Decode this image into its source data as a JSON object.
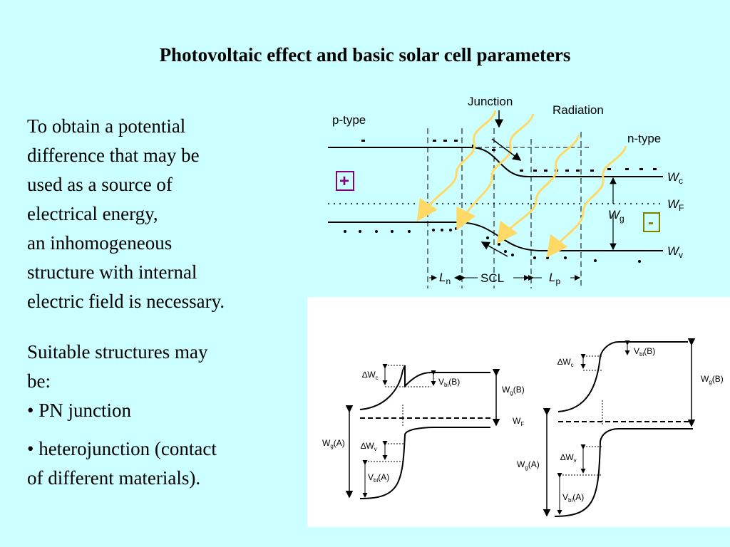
{
  "title": "Photovoltaic effect and basic solar cell parameters",
  "paragraphs": {
    "p1": "To obtain a potential\ndifference that may be\nused as a source of\nelectrical energy,\nan inhomogeneous\nstructure with internal\nelectric field is necessary.",
    "p2": "Suitable structures may\nbe:\n•  PN junction",
    "p3": "• heterojunction (contact\nof different materials)."
  },
  "band_diagram": {
    "label_junction": "Junction",
    "label_radiation": "Radiation",
    "label_ptype": "p-type",
    "label_ntype": "n-type",
    "Wc": {
      "main": "W",
      "sub": "c"
    },
    "WF": {
      "main": "W",
      "sub": "F"
    },
    "Wg": {
      "main": "W",
      "sub": "g"
    },
    "Wv": {
      "main": "W",
      "sub": "v"
    },
    "Ln": {
      "main": "L",
      "sub": "n"
    },
    "Lp": {
      "main": "L",
      "sub": "p"
    },
    "scl": "SCL",
    "plus_sign": "+",
    "minus_sign": "-",
    "colors": {
      "wave": "#ffd966",
      "sign_plus": "#800080",
      "sign_minus": "#808000"
    }
  },
  "heterojunction": {
    "left": {
      "dWc": {
        "main": "∆W",
        "sub": "c"
      },
      "Vbi_B": {
        "main": "V",
        "sub": "bi",
        "tail": "(B)"
      },
      "Wg_B": {
        "main": "W",
        "sub": "g",
        "tail": "(B)"
      },
      "WF": {
        "main": "W",
        "sub": "F"
      },
      "Wg_A": {
        "main": "W",
        "sub": "g",
        "tail": "(A)"
      },
      "dWv": {
        "main": "∆W",
        "sub": "v"
      },
      "Vbi_A": {
        "main": "V",
        "sub": "bi",
        "tail": "(A)"
      }
    },
    "right": {
      "dWc": {
        "main": "∆W",
        "sub": "c"
      },
      "Vbi_B": {
        "main": "V",
        "sub": "bi",
        "tail": "(B)"
      },
      "Wg_B": {
        "main": "W",
        "sub": "g",
        "tail": "(B)"
      },
      "Wg_A": {
        "main": "W",
        "sub": "g",
        "tail": "(A)"
      },
      "dWv": {
        "main": "∆W",
        "sub": "v"
      },
      "Vbi_A": {
        "main": "V",
        "sub": "bi",
        "tail": "(A)"
      }
    }
  }
}
